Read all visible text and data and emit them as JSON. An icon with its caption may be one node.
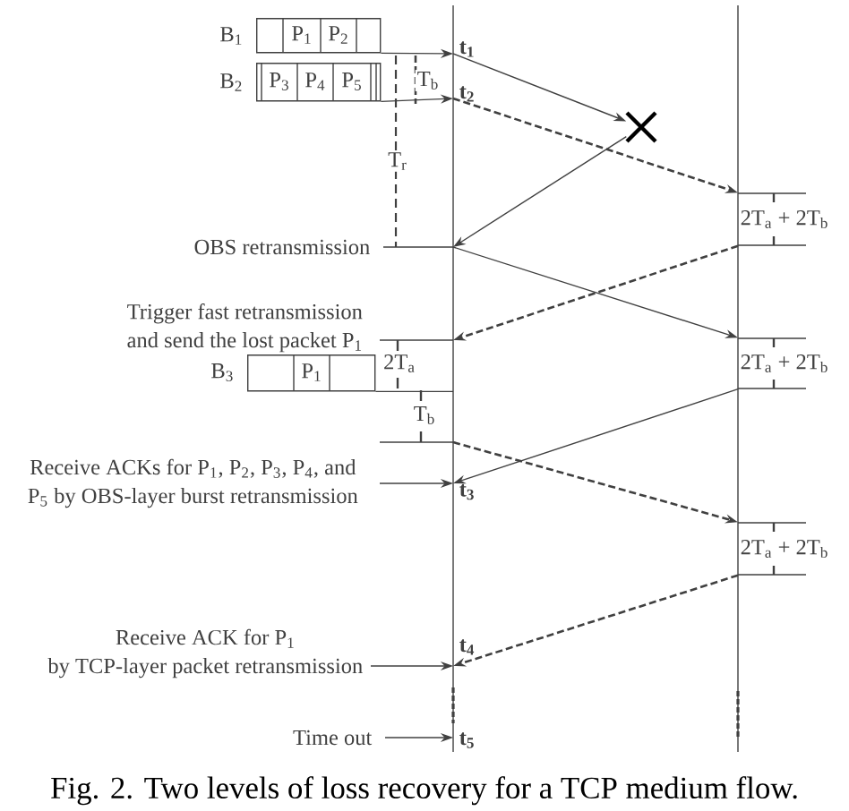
{
  "diagram": {
    "caption": "Fig. 2.   Two levels of loss recovery for a TCP medium flow.",
    "nodes": [
      {
        "text": [
          "P$_{1}$",
          "P$_{2}$"
        ],
        "beside": [
          "B$_{1}$"
        ]
      },
      {
        "text": [
          "P$_{3}$",
          "P$_{4}$",
          "P$_{5}$"
        ],
        "beside": [
          "B$_{2}$"
        ]
      },
      {
        "text": [
          "t$_{1}$"
        ]
      },
      {
        "text": [
          "t$_{2}$"
        ]
      },
      {
        "text": [],
        "shape": "cross"
      },
      {
        "text": [
          "2T$_{a}$ + 2T$_{b}$"
        ]
      },
      {
        "text": [
          "OBS retransmission"
        ]
      },
      {
        "text": [
          "Trigger fast retransmission and send the lost packet P$_{1}$"
        ]
      },
      {
        "text": [
          "P$_{1}$"
        ],
        "beside": [
          "B$_{3}$"
        ]
      },
      {
        "text": [
          "2T$_{a}$ + 2T$_{b}$"
        ]
      },
      {
        "text": [
          "Receive ACKs for P$_{1}$, P$_{2}$, P$_{3}$, P$_{4}$, and P$_{5}$ by OBS-layer burst retransmission"
        ]
      },
      {
        "text": [
          "t$_{3}$"
        ]
      },
      {
        "text": [
          "2T$_{a}$ + 2T$_{b}$"
        ]
      },
      {
        "text": [
          "Receive ACK for P$_{1}$ by TCP-layer packet retransmission"
        ]
      },
      {
        "text": [
          "t$_{4}$"
        ]
      },
      {
        "text": [
          "Time out"
        ]
      },
      {
        "text": [
          "t$_{5}$"
        ]
      }
    ],
    "edges": [
      {
        "from": 0,
        "to": 2,
        "arrow": "to"
      },
      {
        "from": 1,
        "to": 3,
        "arrow": "to"
      },
      {
        "from": 2,
        "to": 4,
        "arrow": "to"
      },
      {
        "from": 3,
        "to": 5,
        "arrow": "to",
        "style": "dashed"
      },
      {
        "from": 4,
        "to": 6,
        "arrow": "to"
      },
      {
        "from": 6,
        "to": 9,
        "arrow": "to"
      },
      {
        "from": 5,
        "to": 7,
        "arrow": "to",
        "style": "dashed"
      },
      {
        "from": 9,
        "to": 11,
        "arrow": "to"
      },
      {
        "from": null,
        "to": 12,
        "arrow": "to",
        "style": "dashed"
      },
      {
        "from": 12,
        "to": 14,
        "arrow": "to",
        "style": "dashed"
      },
      {
        "from": 6,
        "to": null,
        "arrow": "none"
      },
      {
        "from": 7,
        "to": null,
        "arrow": "none"
      },
      {
        "from": 10,
        "to": 11,
        "arrow": "to"
      },
      {
        "from": 13,
        "to": 14,
        "arrow": "to"
      },
      {
        "from": 15,
        "to": 16,
        "arrow": "to"
      },
      {
        "from": 8,
        "to": null,
        "arrow": "none"
      }
    ],
    "labels": [
      "T$_{b}$",
      "T$_{r}$",
      "2T$_{a}$",
      "T$_{b}$"
    ]
  }
}
